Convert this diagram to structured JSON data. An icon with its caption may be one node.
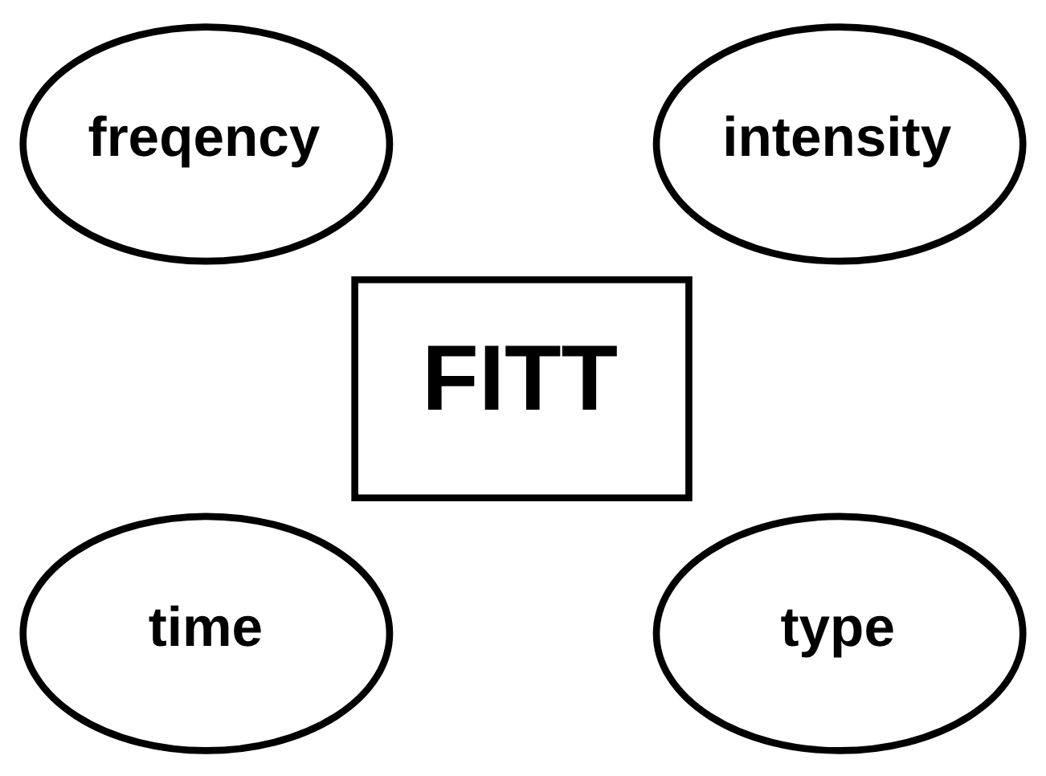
{
  "diagram": {
    "nodes": [
      {
        "text": [
          "freqency"
        ]
      },
      {
        "text": [
          "intensity"
        ]
      },
      {
        "text": [
          "FITT"
        ]
      },
      {
        "text": [
          "time"
        ]
      },
      {
        "text": [
          "type"
        ]
      }
    ],
    "edges": []
  }
}
